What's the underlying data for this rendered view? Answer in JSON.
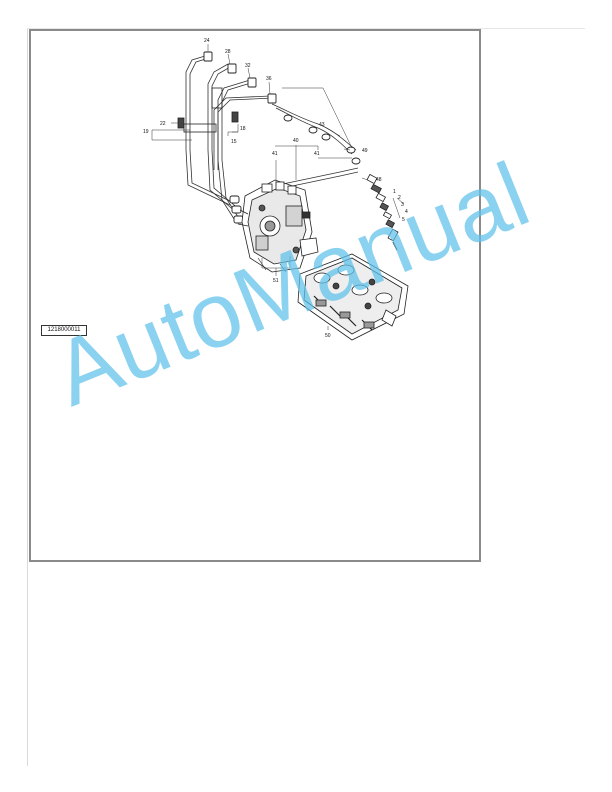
{
  "figure_reference": "1218000011",
  "callouts": {
    "c24": "24",
    "c28": "28",
    "c32": "32",
    "c36": "36",
    "c22": "22",
    "c19": "19",
    "c18": "18",
    "c15": "15",
    "c43": "43",
    "c49": "49",
    "c40": "40",
    "c41a": "41",
    "c41b": "41",
    "c48": "48",
    "c51": "51",
    "c50": "50",
    "s1": "1",
    "s2": "2",
    "s3": "3",
    "s4": "4",
    "s5": "5"
  },
  "watermark": "AutoManual"
}
